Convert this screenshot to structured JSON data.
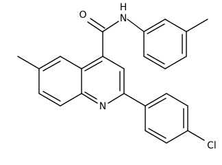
{
  "molecule": {
    "atoms": {
      "oxygen": "O",
      "amide_nitrogen": "N",
      "amide_hydrogen": "H",
      "ring_nitrogen": "N",
      "chlorine": "Cl"
    }
  },
  "colors": {
    "bond": "#000000",
    "label": "#000000",
    "background": "#ffffff"
  }
}
